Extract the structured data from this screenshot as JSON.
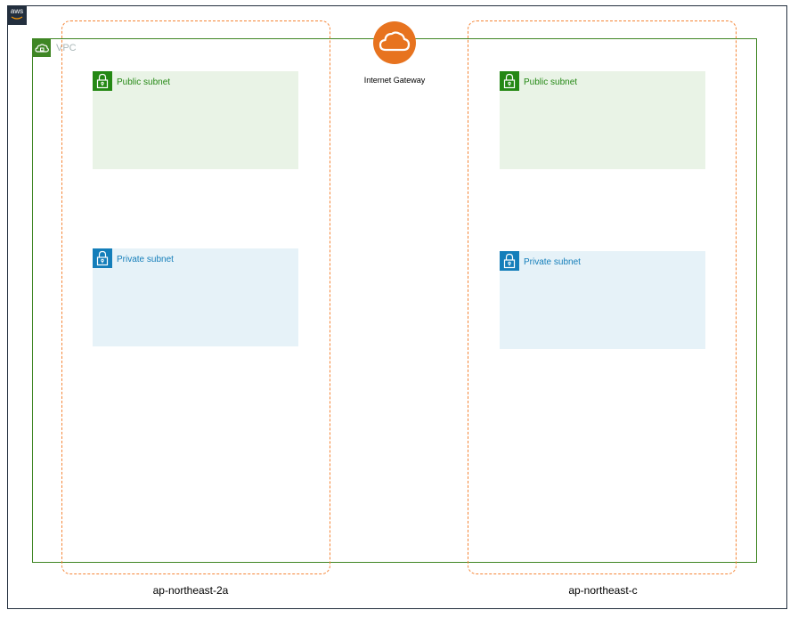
{
  "diagram": {
    "vpc_label": "VPC",
    "internet_gateway_label": "Internet Gateway",
    "zones": [
      {
        "label": "ap-northeast-2a"
      },
      {
        "label": "ap-northeast-c"
      }
    ],
    "subnets": [
      {
        "label": "Public subnet",
        "kind": "public"
      },
      {
        "label": "Private subnet",
        "kind": "private"
      },
      {
        "label": "Public subnet",
        "kind": "public"
      },
      {
        "label": "Private subnet",
        "kind": "private"
      }
    ],
    "logo_text": "aws",
    "colors": {
      "aws_dark": "#232f3e",
      "vpc_green": "#3f8624",
      "az_orange": "#f58536",
      "public_green": "#248814",
      "private_blue": "#147eba",
      "igw_orange": "#e7731f"
    },
    "icons": {
      "vpc": "cloud-lock-icon",
      "subnet": "padlock-icon",
      "gateway": "cloud-icon"
    }
  }
}
